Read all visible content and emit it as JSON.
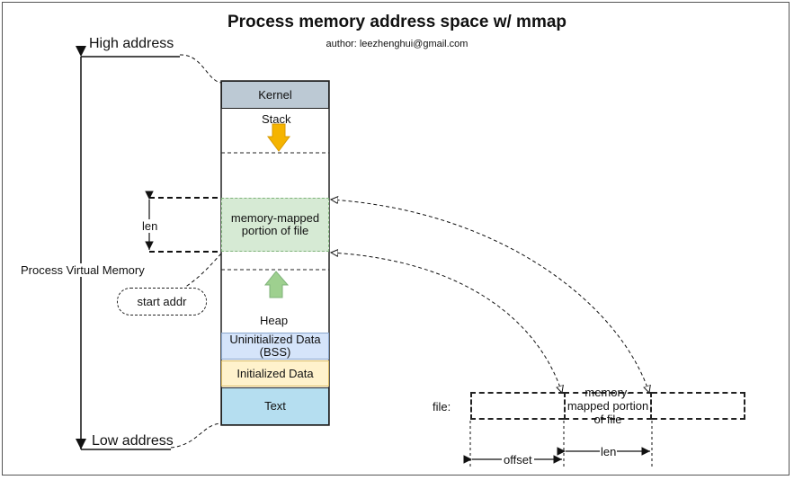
{
  "title": "Process memory address space w/ mmap",
  "author": "author: leezhenghui@gmail.com",
  "labels": {
    "high_address": "High address",
    "low_address": "Low address",
    "process_virtual_memory": "Process Virtual Memory",
    "len_left": "len",
    "start_addr": "start addr",
    "file": "file:",
    "offset": "offset",
    "len_file": "len"
  },
  "segments": {
    "kernel": "Kernel",
    "stack": "Stack",
    "mmap": "memory-mapped portion of file",
    "heap": "Heap",
    "bss": "Uninitialized Data (BSS)",
    "init_data": "Initialized Data",
    "text": "Text"
  },
  "file_region": "memory-mapped portion of file",
  "colors": {
    "kernel": "#bcc9d4",
    "mmap": "#d6ead4",
    "bss": "#d5e4fa",
    "init_data": "#fff2cc",
    "text": "#b5def0",
    "stack_arrow": "#f5b400",
    "heap_arrow": "#9ed08f"
  },
  "icons": {
    "stack_growth": "down-arrow-icon",
    "heap_growth": "up-arrow-icon"
  }
}
